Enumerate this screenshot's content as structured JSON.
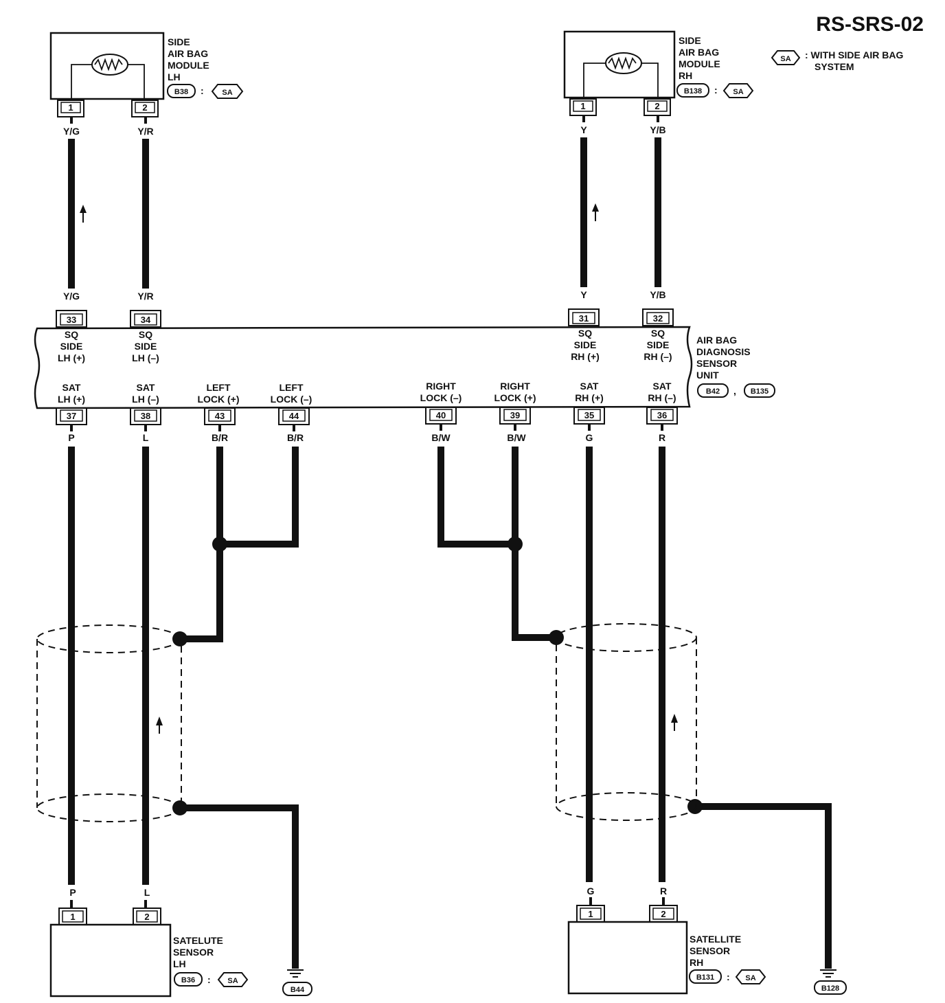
{
  "title": "RS-SRS-02",
  "legend": {
    "tag": "SA",
    "text_1": ": WITH SIDE AIR BAG",
    "text_2": "SYSTEM"
  },
  "modules": {
    "side_lh": {
      "lines": [
        "SIDE",
        "AIR BAG",
        "MODULE",
        "LH"
      ],
      "connector": "B38",
      "tag": "SA",
      "pin1": "1",
      "pin2": "2",
      "wire1": "Y/G",
      "wire2": "Y/R"
    },
    "side_rh": {
      "lines": [
        "SIDE",
        "AIR BAG",
        "MODULE",
        "RH"
      ],
      "connector": "B138",
      "tag": "SA",
      "pin1": "1",
      "pin2": "2",
      "wire1": "Y",
      "wire2": "Y/B"
    },
    "sat_lh": {
      "lines": [
        "SATELUTE",
        "SENSOR",
        "LH"
      ],
      "connector": "B36",
      "tag": "SA",
      "pin1": "1",
      "pin2": "2",
      "wire1": "P",
      "wire2": "L"
    },
    "sat_rh": {
      "lines": [
        "SATELLITE",
        "SENSOR",
        "RH"
      ],
      "connector": "B131",
      "tag": "SA",
      "pin1": "1",
      "pin2": "2",
      "wire1": "G",
      "wire2": "R"
    }
  },
  "unit": {
    "lines": [
      "AIR BAG",
      "DIAGNOSIS",
      "SENSOR",
      "UNIT"
    ],
    "connector_1": "B42",
    "separator": ",",
    "connector_2": "B135"
  },
  "unit_pins": {
    "p33": {
      "pin": "33",
      "wire": "Y/G",
      "label": [
        "SQ",
        "SIDE",
        "LH (+)"
      ]
    },
    "p34": {
      "pin": "34",
      "wire": "Y/R",
      "label": [
        "SQ",
        "SIDE",
        "LH (–)"
      ]
    },
    "p31": {
      "pin": "31",
      "wire": "Y",
      "label": [
        "SQ",
        "SIDE",
        "RH (+)"
      ]
    },
    "p32": {
      "pin": "32",
      "wire": "Y/B",
      "label": [
        "SQ",
        "SIDE",
        "RH (–)"
      ]
    },
    "p37": {
      "pin": "37",
      "wire": "P",
      "label": [
        "SAT",
        "LH (+)"
      ]
    },
    "p38": {
      "pin": "38",
      "wire": "L",
      "label": [
        "SAT",
        "LH (–)"
      ]
    },
    "p43": {
      "pin": "43",
      "wire": "B/R",
      "label": [
        "LEFT",
        "LOCK (+)"
      ]
    },
    "p44": {
      "pin": "44",
      "wire": "B/R",
      "label": [
        "LEFT",
        "LOCK (–)"
      ]
    },
    "p40": {
      "pin": "40",
      "wire": "B/W",
      "label": [
        "RIGHT",
        "LOCK (–)"
      ]
    },
    "p39": {
      "pin": "39",
      "wire": "B/W",
      "label": [
        "RIGHT",
        "LOCK (+)"
      ]
    },
    "p35": {
      "pin": "35",
      "wire": "G",
      "label": [
        "SAT",
        "RH (+)"
      ]
    },
    "p36": {
      "pin": "36",
      "wire": "R",
      "label": [
        "SAT",
        "RH (–)"
      ]
    }
  },
  "grounds": {
    "left": "B44",
    "right": "B128"
  }
}
